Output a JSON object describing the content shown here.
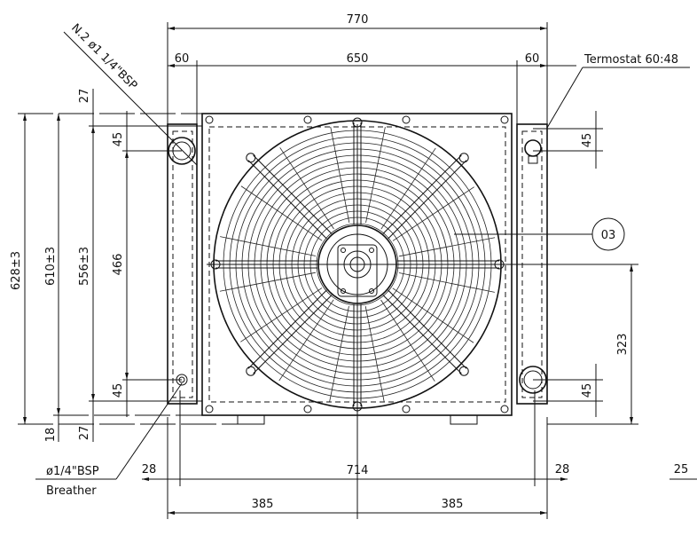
{
  "dimensions": {
    "overall_width": "770",
    "left_tank": "60",
    "core_width": "650",
    "right_tank": "60",
    "height_628": "628±3",
    "height_610": "610±3",
    "height_556": "556±3",
    "height_466": "466",
    "top_offset_27": "27",
    "top_port_45": "45",
    "bottom_port_45": "45",
    "bottom_18": "18",
    "bottom_27": "27",
    "foot_span": "714",
    "left_28": "28",
    "right_28": "28",
    "right_25": "25",
    "half_left": "385",
    "half_right": "385",
    "right_top_45": "45",
    "right_bottom_45": "45",
    "center_height": "323"
  },
  "callouts": {
    "ports": "N.2  ø1 1/4\"BSP",
    "thermostat": "Termostat 60:48",
    "breather_size": "ø1/4\"BSP",
    "breather": "Breather",
    "fan_ref": "03"
  }
}
